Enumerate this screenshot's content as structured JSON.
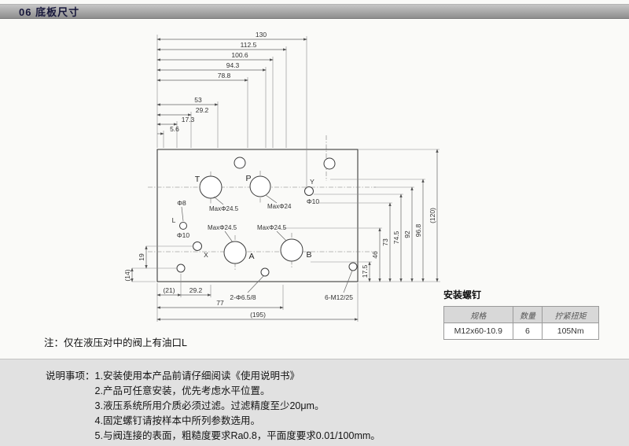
{
  "header": {
    "title": "06 底板尺寸"
  },
  "drawing": {
    "top_dims": [
      "130",
      "112.5",
      "100.6",
      "94.3",
      "78.8",
      "53",
      "29.2",
      "17.3",
      "5.6"
    ],
    "right_dims": [
      "17.5",
      "46",
      "73",
      "74.5",
      "92",
      "96.8",
      "(120)"
    ],
    "left_dims": [
      "19",
      "(14)"
    ],
    "bottom_dims": [
      "(21)",
      "29.2",
      "77",
      "(195)"
    ],
    "callouts": {
      "holes_small": "2-Φ6.5/8",
      "holes_mount": "6-M12/25",
      "max_t": "MaxΦ24.5",
      "max_p": "MaxΦ24",
      "max_a": "MaxΦ24.5",
      "max_b": "MaxΦ24.5",
      "dia_y": "Φ10",
      "dia_l8": "Φ8",
      "dia_l10": "Φ10"
    },
    "ports": {
      "t": "T",
      "p": "P",
      "y": "Y",
      "l": "L",
      "x": "X",
      "a": "A",
      "b": "B"
    },
    "note": "注：仅在液压对中的阀上有油口L"
  },
  "screw_table": {
    "title": "安装螺钉",
    "headers": [
      "规格",
      "数量",
      "拧紧扭矩"
    ],
    "row": [
      "M12x60-10.9",
      "6",
      "105Nm"
    ]
  },
  "notes": {
    "heading": "说明事项：",
    "items": [
      "1.安装使用本产品前请仔细阅读《使用说明书》",
      "2.产品可任意安装，优先考虑水平位置。",
      "3.液压系统所用介质必须过滤。过滤精度至少20μm。",
      "4.固定螺钉请按样本中所列参数选用。",
      "5.与阀连接的表面，粗糙度要求Ra0.8，平面度要求0.01/100mm。"
    ]
  }
}
